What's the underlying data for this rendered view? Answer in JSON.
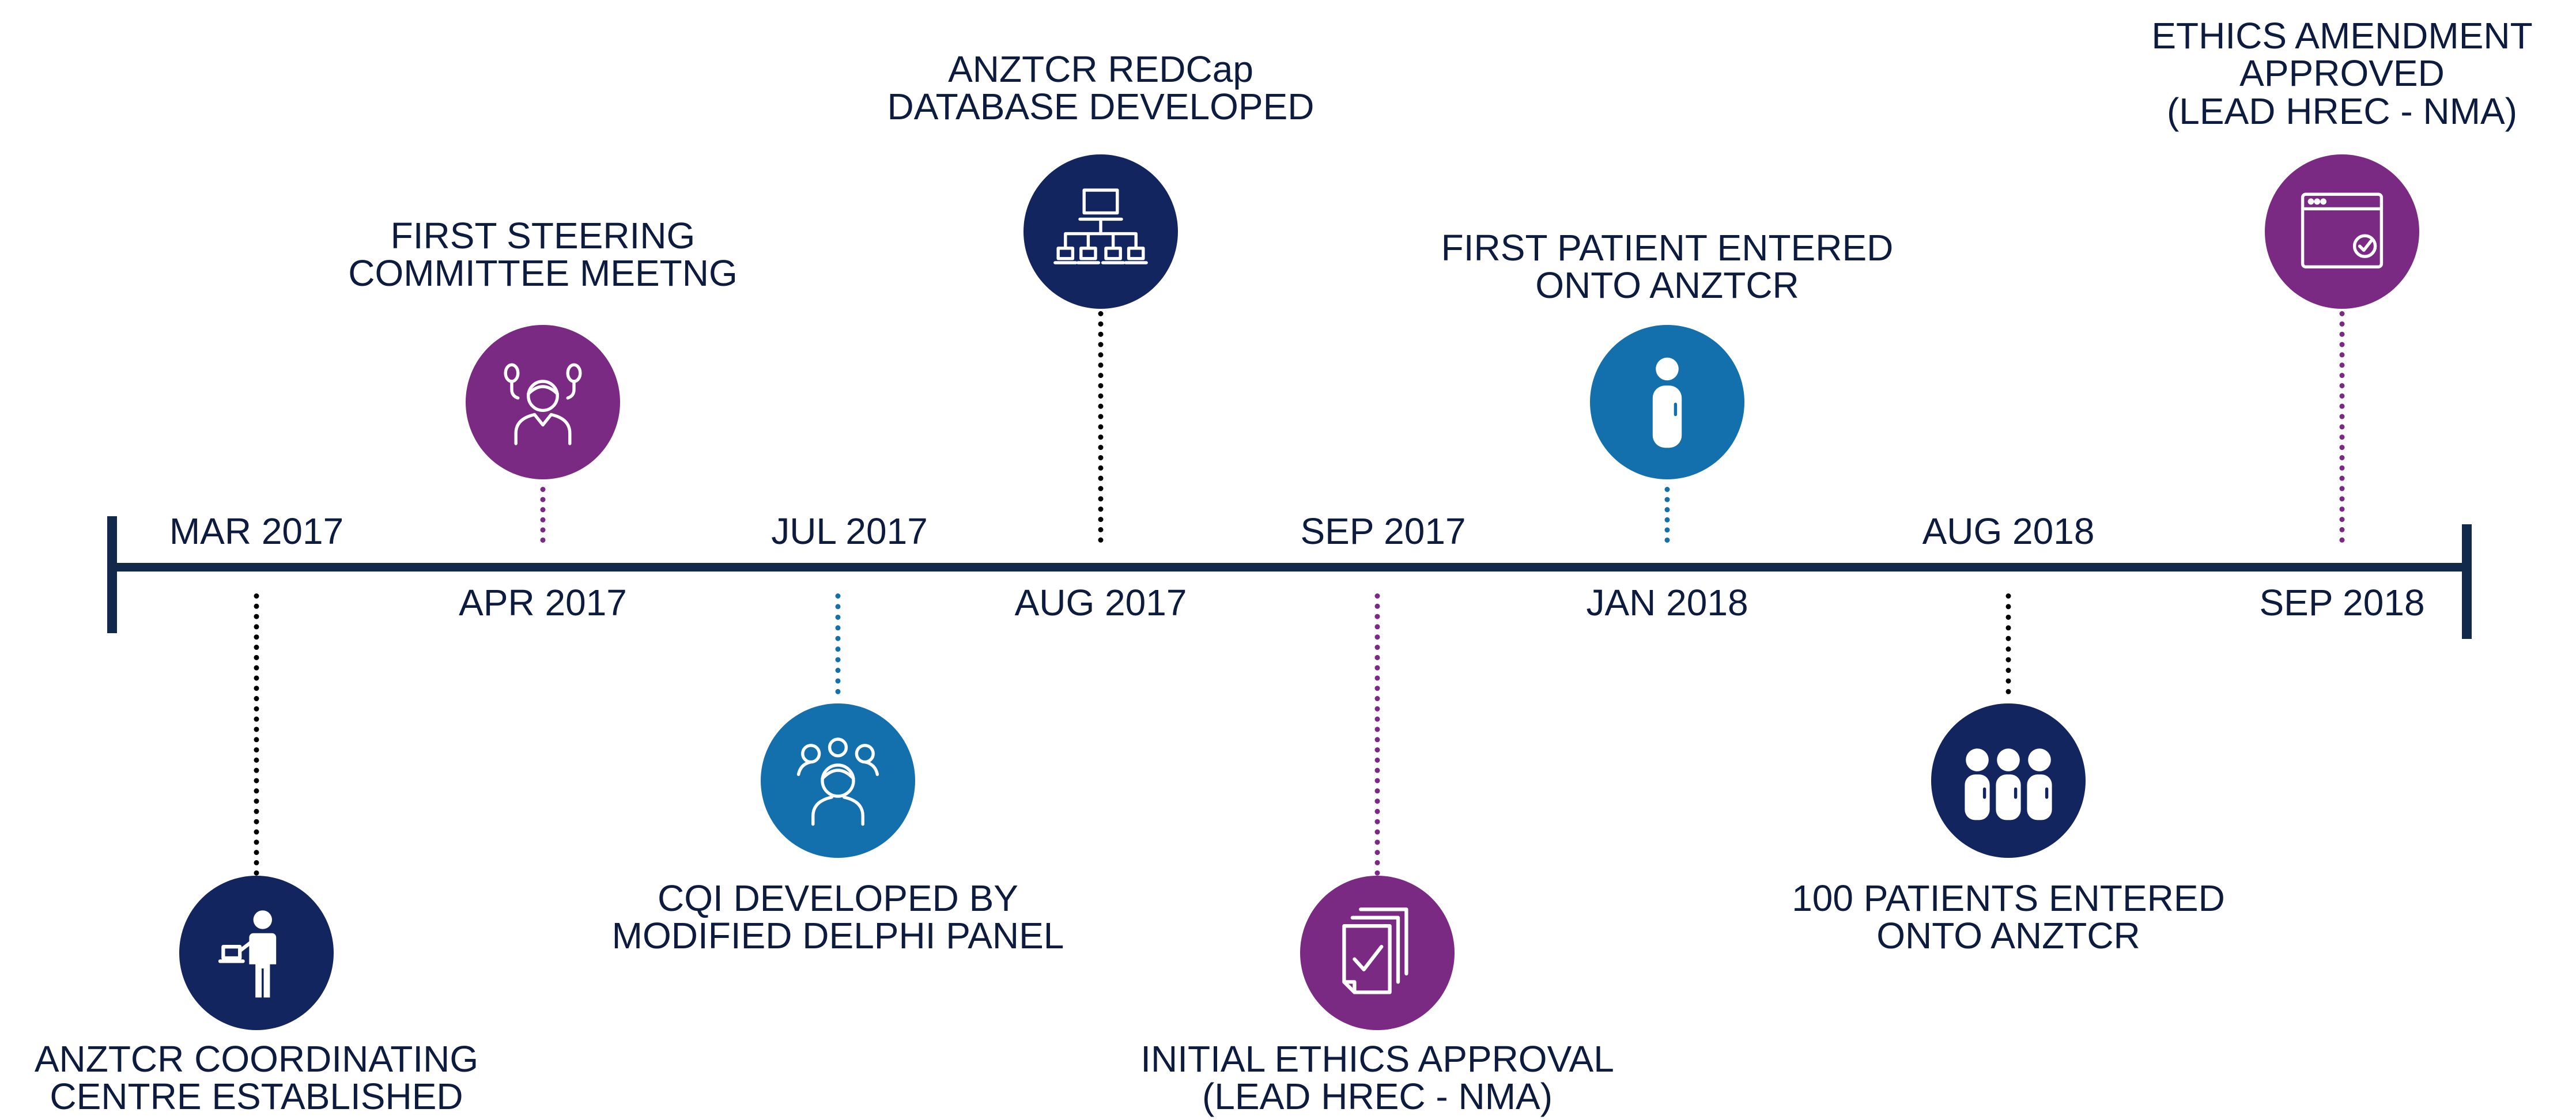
{
  "colors": {
    "navy": "#13255f",
    "purple": "#7a2a82",
    "blue": "#1370ad",
    "dark": "#000000",
    "axis": "#13294b"
  },
  "events": [
    {
      "date": "MAR 2017",
      "caption": [
        "ANZTCR COORDINATING",
        "CENTRE ESTABLISHED"
      ],
      "icon": "presenter-icon"
    },
    {
      "date": "APR 2017",
      "caption": [
        "FIRST STEERING",
        "COMMITTEE MEETNG"
      ],
      "icon": "group-icon"
    },
    {
      "date": "JUL 2017",
      "caption": [
        "CQI DEVELOPED BY",
        "MODIFIED DELPHI PANEL"
      ],
      "icon": "panel-icon"
    },
    {
      "date": "AUG 2017",
      "caption": [
        "ANZTCR REDCap",
        "DATABASE DEVELOPED"
      ],
      "icon": "network-icon"
    },
    {
      "date": "SEP 2017",
      "caption": [
        "INITIAL ETHICS APPROVAL",
        "(LEAD HREC - NMA)"
      ],
      "icon": "documents-check-icon"
    },
    {
      "date": "JAN 2018",
      "caption": [
        "FIRST PATIENT ENTERED",
        "ONTO ANZTCR"
      ],
      "icon": "person-icon"
    },
    {
      "date": "AUG 2018",
      "caption": [
        "100 PATIENTS ENTERED",
        "ONTO ANZTCR"
      ],
      "icon": "people-icon"
    },
    {
      "date": "SEP 2018",
      "caption": [
        "ETHICS AMENDMENT",
        "APPROVED",
        "(LEAD HREC - NMA)"
      ],
      "icon": "browser-check-icon"
    }
  ]
}
